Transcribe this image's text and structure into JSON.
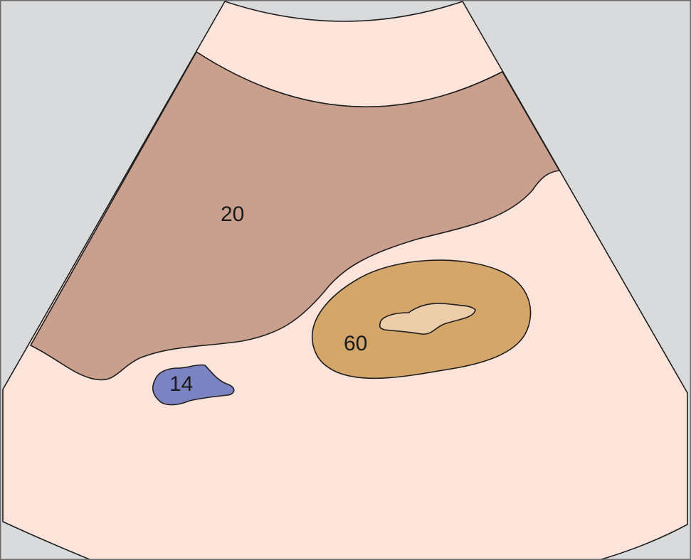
{
  "colors": {
    "background": "#d9dadc",
    "sector": "#fde4da",
    "region_20": "#c9a08d",
    "region_60": "#d4a66a",
    "region_60_core": "#ebcdaa",
    "region_14": "#7c83c3",
    "frame": "#6b6b6b"
  },
  "labels": {
    "region_20": "20",
    "region_60": "60",
    "region_14": "14"
  }
}
